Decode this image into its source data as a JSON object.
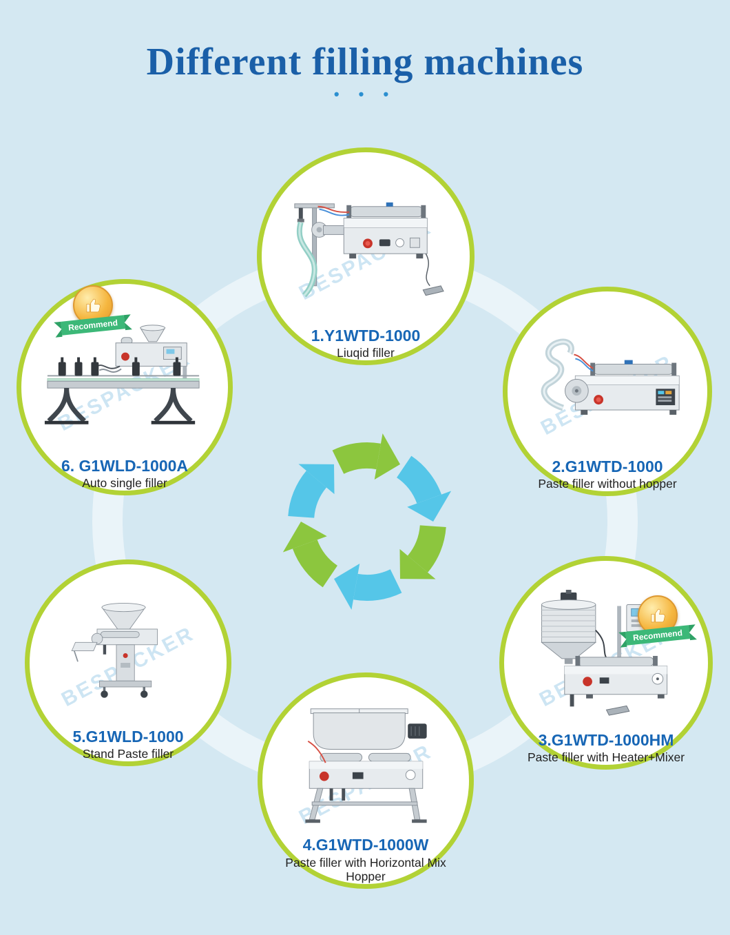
{
  "page": {
    "title": "Different filling machines",
    "dots": "• • •",
    "watermark": "BESPACKER"
  },
  "badge": {
    "label": "Recommend"
  },
  "machines": [
    {
      "name": "1.Y1WTD-1000",
      "desc": "Liuqid filler"
    },
    {
      "name": "2.G1WTD-1000",
      "desc": "Paste filler without hopper"
    },
    {
      "name": "3.G1WTD-1000HM",
      "desc": "Paste filler with Heater+Mixer"
    },
    {
      "name": "4.G1WTD-1000W",
      "desc": "Paste filler with Horizontal Mix Hopper"
    },
    {
      "name": "5.G1WLD-1000",
      "desc": "Stand Paste filler"
    },
    {
      "name": "6. G1WLD-1000A",
      "desc": "Auto single filler"
    }
  ],
  "colors": {
    "background": "#d4e8f2",
    "title": "#1a5fa8",
    "circle_border": "#b2d235",
    "machine_name": "#1766b5",
    "arrow_green": "#8cc63e",
    "arrow_cyan": "#55c6e8",
    "badge_gold": "#f5b63f",
    "ribbon_green": "#3cb878"
  }
}
